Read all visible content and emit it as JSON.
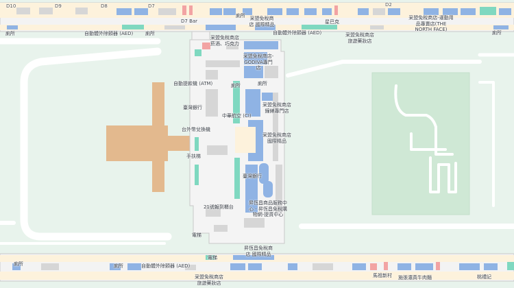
{
  "labels": {
    "gate_d10": "D10",
    "gate_d9": "D9",
    "gate_d8": "D8",
    "gate_d7": "D7",
    "gate_d2": "D2",
    "d7_bar": "D7 Bar",
    "toilet_top_left": "廁所",
    "toilet_top_center": "廁所",
    "toilet_top_right": "廁所",
    "aed_top_left": "自動體外除顫器 (AED)",
    "aed_top_center": "自動體外除顫器 (AED)",
    "everrich_intl_top": "采盟免稅商店 國際精品",
    "starbucks": "星巴克",
    "everrich_sports": "采盟免稅商店-運動用品專賣店(THE NORTH FACE)",
    "everrich_travel_pharmacy_top": "采盟免稅商店 旅遊藥妝店",
    "everrich_liquor": "采盟免稅商店 菸酒、巧克力",
    "everrich_godiva": "采盟免稅商店-GODIVA專門店",
    "atm": "自動提款機 (ATM)",
    "toilet_mid_left": "廁所",
    "toilet_mid_right": "廁所",
    "taiwan_bank_1": "臺灣銀行",
    "everrich_watch": "采盟免稅商店 鐘錶專門店",
    "china_airlines": "中華航空 (CI)",
    "fx_machine": "台外幣兌換機",
    "everrich_intl_mid": "采盟免稅商店 國際精品",
    "escalator": "手扶梯",
    "taiwan_bank_2": "臺灣銀行",
    "eslite_service": "昇恆昌商品服務中心 - 昇恆昌免稅購物網-提貨中心",
    "counter_21": "21號報到櫃台",
    "elevator_1": "電梯",
    "elevator_2": "電梯",
    "ever_intl_bottom": "昇恆昌免稅商店 國際精品",
    "toilet_bottom_left": "廁所",
    "toilet_bottom_center": "廁所",
    "aed_bottom": "自動體外除顫器 (AED)",
    "everrich_travel_pharmacy_bottom": "采盟免稅商店 旅遊藥妝店",
    "mahe_village": "馬祖新村",
    "beef_noodles": "施張濃真牛肉麵",
    "chen_yun": "桃禮記"
  },
  "colors": {
    "background": "#e8f3ec",
    "terminal_floor": "#f4f4f4",
    "corridor": "#fdf2dc",
    "shop_blue": "#8fb3e4",
    "shop_teal": "#7fd8c0",
    "shop_red": "#f2a3a3",
    "shop_gray": "#d6d6d6",
    "apron_tan": "#e3b98e",
    "park_green": "#d2ead8",
    "road_white": "#ffffff"
  }
}
